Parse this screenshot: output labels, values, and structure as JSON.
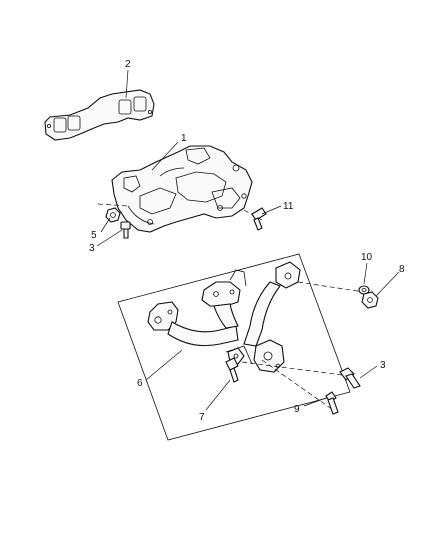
{
  "callouts": {
    "c1": "1",
    "c2": "2",
    "c3a": "3",
    "c3b": "3",
    "c5": "5",
    "c6": "6",
    "c7": "7",
    "c8": "8",
    "c9": "9",
    "c10": "10",
    "c11": "11"
  }
}
